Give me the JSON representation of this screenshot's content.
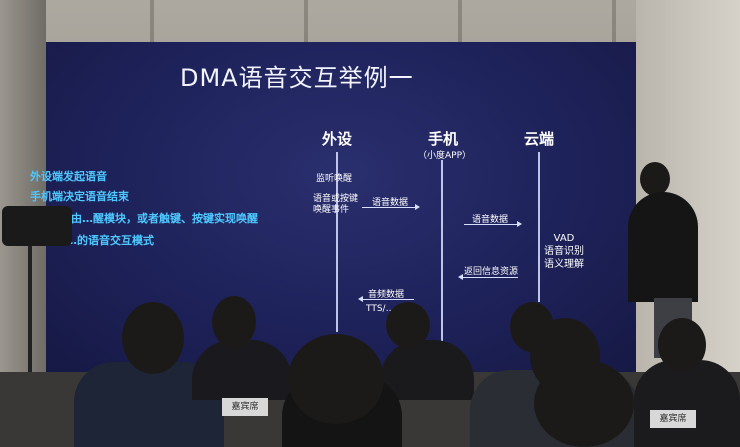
{
  "slide": {
    "title": "DMA语音交互举例一",
    "columns": [
      {
        "name": "外设"
      },
      {
        "name": "手机",
        "sub": "（小度APP）"
      },
      {
        "name": "云端"
      }
    ],
    "bullets": [
      "外设端发起语音",
      "手机端决定语音结束",
      "…由…醒模块，或者触键、按键实现唤醒",
      "…的语音交互模式"
    ],
    "labels": {
      "listen": "监听唤醒",
      "key_event": "语音或按键\n唤醒事件",
      "voice_data_1": "语音数据",
      "voice_data_2": "语音数据",
      "return_info": "返回信息资源",
      "cloud": "VAD\n语音识别\n语义理解",
      "audio_data": "音频数据",
      "tts": "TTS/…"
    }
  },
  "seatcards": [
    "嘉宾席",
    "嘉宾席"
  ]
}
